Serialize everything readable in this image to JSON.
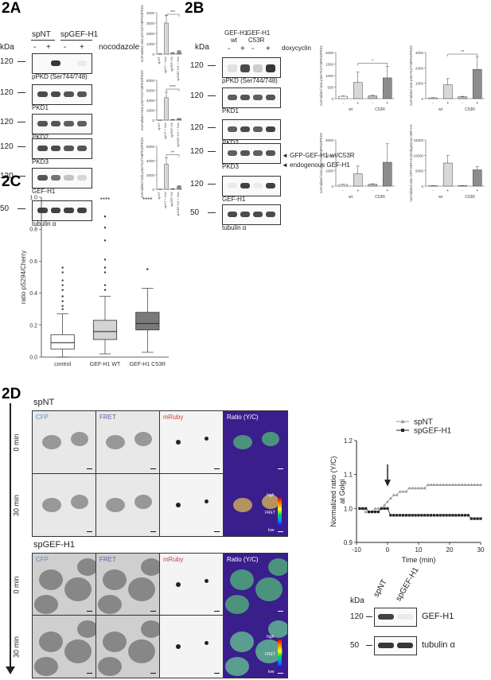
{
  "panel_2A": {
    "label": "2A",
    "kda": "kDa",
    "cond_spNT": "spNT",
    "cond_spGEF": "spGEF-H1",
    "treat_signs": [
      "-",
      "+",
      "-",
      "+"
    ],
    "treat_name": "nocodazole",
    "blots": [
      {
        "name": "pPKD (Ser744/748)",
        "marker": "120"
      },
      {
        "name": "PKD1",
        "marker": "120"
      },
      {
        "name": "PKD2",
        "marker": "120"
      },
      {
        "name": "PKD3",
        "marker": "120"
      },
      {
        "name": "GEF-H1",
        "marker": "120"
      },
      {
        "name": "tubulin α",
        "marker": "50"
      }
    ]
  },
  "panel_2B": {
    "label": "2B",
    "kda": "kDa",
    "col1_line1": "GEF-H1",
    "col1_line2": "wt",
    "col2_line1": "GEF-H1",
    "col2_line2": "C53R",
    "treat_signs": [
      "-",
      "+",
      "-",
      "+"
    ],
    "treat_name": "doxycyclin",
    "blots": [
      {
        "name": "pPKD (Ser744/748)",
        "marker": "120"
      },
      {
        "name": "PKD1",
        "marker": "120"
      },
      {
        "name": "PKD2",
        "marker": "120"
      },
      {
        "name": "PKD3",
        "marker": "120"
      },
      {
        "name": "GEF-H1",
        "marker": "120"
      },
      {
        "name": "tubulin α",
        "marker": "50"
      }
    ],
    "annot_gfp": "GFP-GEF-H1 wt/C53R",
    "annot_endo": "endogenous GEF-H1"
  },
  "panel_2C": {
    "label": "2C"
  },
  "panel_2D": {
    "label": "2D",
    "group1": "spNT",
    "group2": "spGEF-H1",
    "channels": [
      "CFP",
      "FRET",
      "mRuby",
      "Ratio (Y/C)"
    ],
    "times": [
      "0 min",
      "30 min"
    ],
    "scale_high": "high",
    "scale_low": "low",
    "scale_name": "FRET",
    "blot_kda": "kDa",
    "blot_lanes": [
      "spNT",
      "spGEF-H1"
    ],
    "blot_rows": [
      {
        "name": "GEF-H1",
        "marker": "120"
      },
      {
        "name": "tubulin α",
        "marker": "50"
      }
    ]
  },
  "colors": {
    "cfp": "#5b8fc7",
    "fret": "#6b5ba8",
    "mruby": "#d63a3a",
    "ratio_bg": "#3a1e8c"
  },
  "chart_data": [
    {
      "type": "bar",
      "id": "2A-top",
      "categories": [
        "spNT",
        "spNT + Noc",
        "spGEF-H1",
        "spGEF-H1 + Noc"
      ],
      "values": [
        20,
        3000,
        100,
        250
      ],
      "errors": [
        10,
        750,
        40,
        100
      ],
      "ylim": [
        0,
        4000
      ],
      "yticks": [
        "0",
        "1000",
        "2000",
        "3000",
        "4000"
      ],
      "ylabel": "normalized ratio pS744/748PKD/PKD1",
      "sig": "***"
    },
    {
      "type": "bar",
      "id": "2A-mid",
      "categories": [
        "spNT",
        "spNT + Noc",
        "spGEF-H1",
        "spGEF-H1 + Noc"
      ],
      "values": [
        15,
        4500,
        70,
        250
      ],
      "errors": [
        8,
        1100,
        40,
        80
      ],
      "ylim": [
        0,
        8000
      ],
      "yticks": [
        "0",
        "2000",
        "4000",
        "6000",
        "8000"
      ],
      "ylabel": "normalized ratio pSer744/748PKD/PKD2",
      "sig": "****"
    },
    {
      "type": "bar",
      "id": "2A-bot",
      "categories": [
        "spNT",
        "spNT + Noc",
        "spGEF-H1",
        "spGEF-H1 + Noc"
      ],
      "values": [
        20,
        3500,
        60,
        400
      ],
      "errors": [
        10,
        900,
        30,
        120
      ],
      "ylim": [
        0,
        6000
      ],
      "yticks": [
        "0",
        "2000",
        "4000",
        "6000"
      ],
      "ylabel": "normalized ratio pSer744/748PKD/PKD3",
      "sig": "**"
    },
    {
      "type": "bar",
      "id": "2B-1",
      "groups": [
        "wt",
        "C53R"
      ],
      "signs": [
        "-",
        "+",
        "-",
        "+"
      ],
      "values": [
        100,
        700,
        120,
        900
      ],
      "errors": [
        20,
        450,
        30,
        500
      ],
      "ylim": [
        0,
        2000
      ],
      "yticks": [
        "0",
        "500",
        "1000",
        "1500",
        "2000"
      ],
      "ylabel": "normalized ratio pSer744/748PKD/PKD1",
      "sig": "*"
    },
    {
      "type": "bar",
      "id": "2B-2",
      "groups": [
        "wt",
        "C53R"
      ],
      "signs": [
        "-",
        "+",
        "-",
        "+"
      ],
      "values": [
        50,
        900,
        120,
        1900
      ],
      "errors": [
        20,
        400,
        30,
        800
      ],
      "ylim": [
        0,
        3000
      ],
      "yticks": [
        "0",
        "1000",
        "2000",
        "3000"
      ],
      "ylabel": "normalized ratio pSer744/748PKD/PKD2",
      "sig": "**"
    },
    {
      "type": "bar",
      "id": "2B-3",
      "groups": [
        "wt",
        "C53R"
      ],
      "signs": [
        "-",
        "+",
        "-",
        "+"
      ],
      "values": [
        100,
        800,
        120,
        1550
      ],
      "errors": [
        20,
        500,
        30,
        1200
      ],
      "ylim": [
        0,
        3000
      ],
      "yticks": [
        "0",
        "1000",
        "2000",
        "3000"
      ],
      "ylabel": "normalized ratio pSer744/748PKD/PKD3",
      "sig": ""
    },
    {
      "type": "bar",
      "id": "2B-4",
      "groups": [
        "wt",
        "C53R"
      ],
      "signs": [
        "-",
        "+",
        "-",
        "+"
      ],
      "values": [
        100,
        7500,
        150,
        5300
      ],
      "errors": [
        30,
        2400,
        40,
        1100
      ],
      "ylim": [
        0,
        15000
      ],
      "yticks": [
        "0",
        "5000",
        "10000",
        "15000"
      ],
      "ylabel": "normalized ratio GFP-GEF-H1/endogenous GEF-H1",
      "sig": ""
    },
    {
      "type": "box",
      "id": "2C",
      "categories": [
        "control",
        "GEF-H1 WT",
        "GEF-H1 C53R"
      ],
      "ylabel": "ratio pS294/Cherry",
      "ylim": [
        0,
        1.0
      ],
      "yticks": [
        "0.0",
        "0.2",
        "0.4",
        "0.6",
        "0.8",
        "1.0"
      ],
      "boxes": [
        {
          "min": 0.0,
          "q1": 0.05,
          "median": 0.09,
          "q3": 0.14,
          "max": 0.27,
          "outliers": [
            0.3,
            0.32,
            0.35,
            0.38,
            0.42,
            0.45,
            0.48,
            0.53,
            0.56
          ],
          "fill": "#ffffff"
        },
        {
          "min": 0.02,
          "q1": 0.11,
          "median": 0.16,
          "q3": 0.23,
          "max": 0.38,
          "outliers": [
            0.42,
            0.45,
            0.53,
            0.56,
            0.61,
            0.73,
            0.81,
            0.88
          ],
          "fill": "#d4d4d4"
        },
        {
          "min": 0.03,
          "q1": 0.17,
          "median": 0.21,
          "q3": 0.28,
          "max": 0.43,
          "outliers": [
            0.55
          ],
          "fill": "#7a7a7a"
        }
      ],
      "sig": [
        "",
        "****",
        "****"
      ]
    },
    {
      "type": "line",
      "id": "2D-timecourse",
      "xlabel": "Time (min)",
      "ylabel": "Normalized ratio (Y/C) at Golgi",
      "xlim": [
        -10,
        30
      ],
      "ylim": [
        0.9,
        1.2
      ],
      "xticks": [
        "-10",
        "0",
        "10",
        "20",
        "30"
      ],
      "yticks": [
        "0.9",
        "1.0",
        "1.1",
        "1.2"
      ],
      "series": [
        {
          "name": "spNT",
          "color": "#999999",
          "marker": "triangle",
          "x": [
            -9,
            -8,
            -7,
            -6,
            -5,
            -4,
            -3,
            -2,
            -1,
            0,
            1,
            2,
            3,
            4,
            5,
            6,
            7,
            8,
            9,
            10,
            11,
            12,
            13,
            14,
            15,
            16,
            17,
            18,
            19,
            20,
            21,
            22,
            23,
            24,
            25,
            26,
            27,
            28,
            29,
            30
          ],
          "y": [
            1.0,
            1.0,
            0.99,
            0.99,
            0.99,
            1.0,
            1.0,
            1.0,
            1.01,
            1.02,
            1.03,
            1.04,
            1.04,
            1.05,
            1.05,
            1.05,
            1.06,
            1.06,
            1.06,
            1.06,
            1.06,
            1.06,
            1.07,
            1.07,
            1.07,
            1.07,
            1.07,
            1.07,
            1.07,
            1.07,
            1.07,
            1.07,
            1.07,
            1.07,
            1.07,
            1.07,
            1.07,
            1.07,
            1.07,
            1.07
          ]
        },
        {
          "name": "spGEF-H1",
          "color": "#222222",
          "marker": "square",
          "x": [
            -9,
            -8,
            -7,
            -6,
            -5,
            -4,
            -3,
            -2,
            -1,
            0,
            1,
            2,
            3,
            4,
            5,
            6,
            7,
            8,
            9,
            10,
            11,
            12,
            13,
            14,
            15,
            16,
            17,
            18,
            19,
            20,
            21,
            22,
            23,
            24,
            25,
            26,
            27,
            28,
            29,
            30
          ],
          "y": [
            1.0,
            1.0,
            1.0,
            0.99,
            0.99,
            0.99,
            0.99,
            1.0,
            1.0,
            1.0,
            0.98,
            0.98,
            0.98,
            0.98,
            0.98,
            0.98,
            0.98,
            0.98,
            0.98,
            0.98,
            0.98,
            0.98,
            0.98,
            0.98,
            0.98,
            0.98,
            0.98,
            0.98,
            0.98,
            0.98,
            0.98,
            0.98,
            0.98,
            0.98,
            0.98,
            0.98,
            0.97,
            0.97,
            0.97,
            0.97
          ]
        }
      ],
      "arrow_at": 0
    }
  ]
}
